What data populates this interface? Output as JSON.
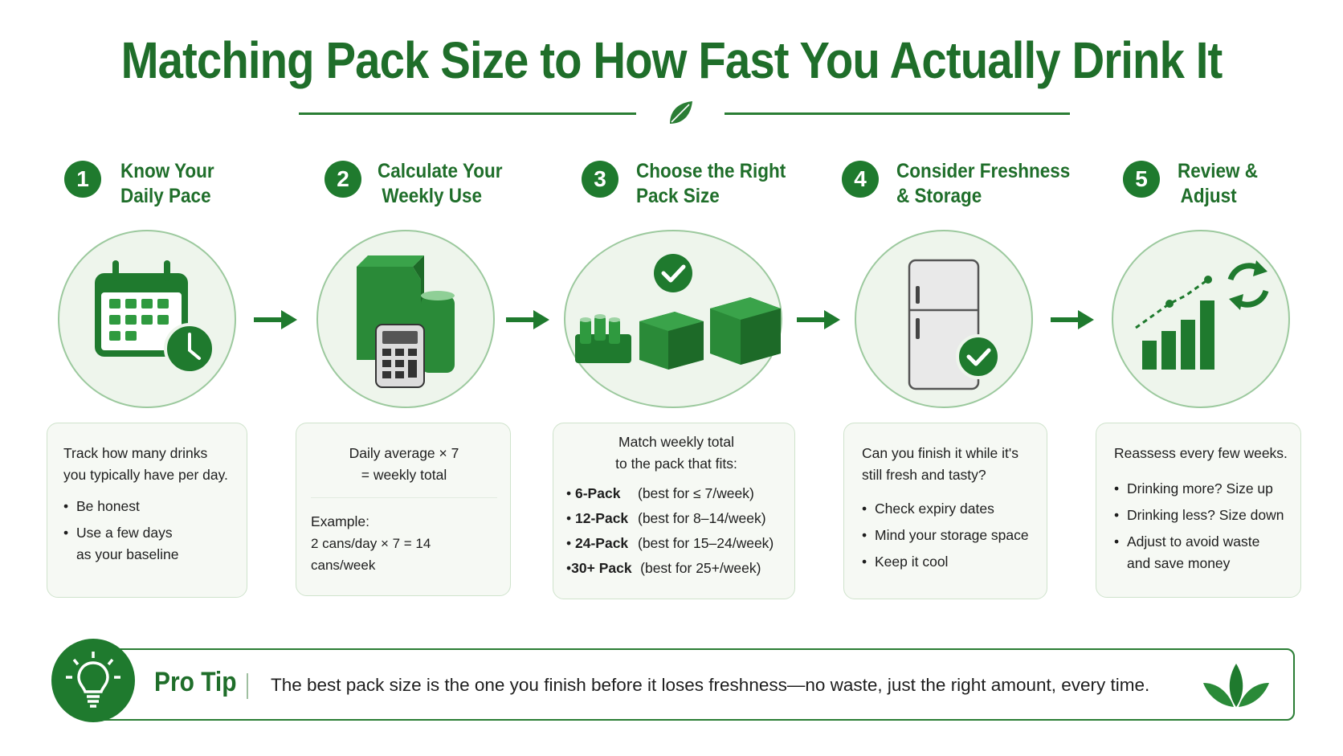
{
  "title": "Matching Pack Size to How Fast You Actually Drink It",
  "colors": {
    "primary": "#1f7a2e",
    "title": "#1f6e2a",
    "circle_bg": "#eef5ec",
    "card_bg": "#f6f9f4"
  },
  "steps": [
    {
      "number": "1",
      "title_line1": "Know Your",
      "title_line2": "Daily Pace",
      "icon": "calendar-clock-icon",
      "text_line1": "Track how many drinks",
      "text_line2": "you typically have per day.",
      "bullets": [
        "Be honest",
        "Use a few days",
        "as your baseline"
      ]
    },
    {
      "number": "2",
      "title_line1": "Calculate Your",
      "title_line2": "Weekly Use",
      "icon": "calculator-drinks-icon",
      "text_line1": "Daily average × 7",
      "text_line2": "= weekly total",
      "example_label": "Example:",
      "example_value": "2 cans/day × 7 = 14 cans/week"
    },
    {
      "number": "3",
      "title_line1": "Choose the Right",
      "title_line2": "Pack Size",
      "icon": "pack-boxes-check-icon",
      "text_line1": "Match weekly total",
      "text_line2": "to the pack that fits:",
      "packs": [
        {
          "name": "6-Pack",
          "fit": "(best for ≤ 7/week)"
        },
        {
          "name": "12-Pack",
          "fit": "(best for 8–14/week)"
        },
        {
          "name": "24-Pack",
          "fit": "(best for 15–24/week)"
        },
        {
          "name": "30+ Pack",
          "fit": "(best for 25+/week)"
        }
      ]
    },
    {
      "number": "4",
      "title_line1": "Consider Freshness",
      "title_line2": "& Storage",
      "icon": "fridge-check-icon",
      "text_line1": "Can you finish it while it's",
      "text_line2": "still fresh and tasty?",
      "bullets": [
        "Check expiry dates",
        "Mind your storage space",
        "Keep it cool"
      ]
    },
    {
      "number": "5",
      "title_line1": "Review &",
      "title_line2": "Adjust",
      "icon": "growth-chart-refresh-icon",
      "text_line1": "Reassess every few weeks.",
      "bullets": [
        "Drinking more? Size up",
        "Drinking less? Size down",
        "Adjust to avoid waste",
        "and save money"
      ]
    }
  ],
  "pro_tip": {
    "label": "Pro Tip",
    "text": "The best pack size is the one you finish before it loses freshness—no waste, just the right amount, every time."
  }
}
